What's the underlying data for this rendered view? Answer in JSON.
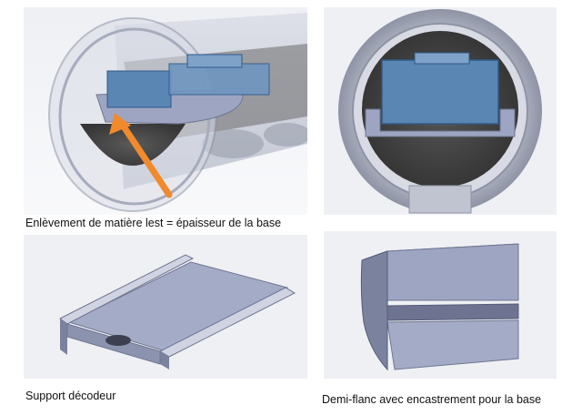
{
  "captions": {
    "top_left": "Enlèvement de matière lest = épaisseur de la base",
    "bottom_left": "Support décodeur",
    "bottom_right": "Demi-flanc avec encastrement pour la base"
  },
  "colors": {
    "arrow": "#f08a2c",
    "part_blue": "#5a86b4",
    "part_grey": "#9ea5c2",
    "ballast": "#4a4a4a",
    "tube": "#c8ccd8"
  }
}
